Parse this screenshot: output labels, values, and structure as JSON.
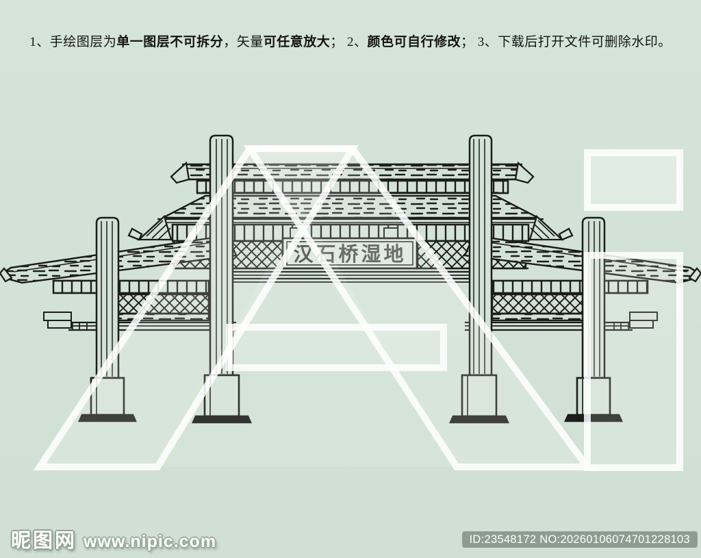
{
  "notice": {
    "seg1": "1、手绘图层为",
    "seg2": "单一图层不可拆分",
    "seg3": "，矢量",
    "seg4": "可任意放大",
    "seg5": "；  2、",
    "seg6": "颜色可自行修改",
    "seg7": "；  3、下载后打开文件可删除水印。"
  },
  "artwork": {
    "sign_text": "汉石桥湿地"
  },
  "watermark": {
    "letters": "Ai"
  },
  "footer": {
    "logo_cn": "昵图网",
    "logo_url": "www.nipic.com",
    "id_badge": "ID:23548172 NO:20260106074701228103"
  },
  "colors": {
    "background": "#d3e2d6",
    "line_art": "#1c1c1c",
    "sign_text": "#4f4f4f",
    "watermark": "#ffffff",
    "badge_bg": "#687369"
  }
}
